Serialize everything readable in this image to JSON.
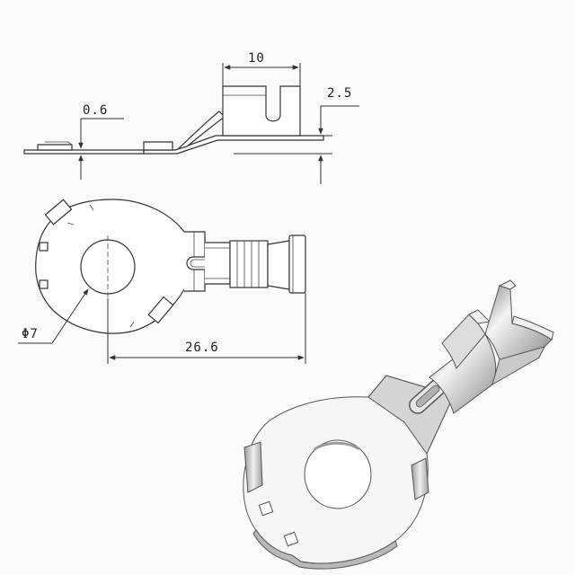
{
  "dimensions": {
    "length_top": "10",
    "height_right": "2.5",
    "thickness": "0.6",
    "hole_diameter": "Φ7",
    "overall_length": "26.6"
  },
  "colors": {
    "line": "#333333",
    "background": "#fafafa",
    "metal_light": "#f2f2f2",
    "metal_mid": "#d6d6d6",
    "metal_dark": "#a9a9a9"
  }
}
